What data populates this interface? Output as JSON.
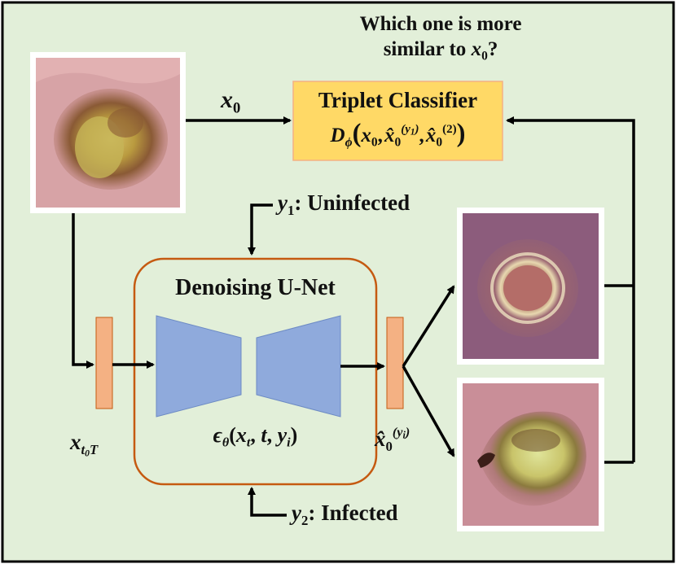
{
  "question": {
    "line1": "Which one is more",
    "line2_prefix": "similar to",
    "line2_symbol": "x",
    "line2_sub": "0",
    "line2_suffix": "?"
  },
  "x0_label": {
    "symbol": "x",
    "sub": "0"
  },
  "classifier": {
    "title": "Triplet Classifier",
    "formula": {
      "fn": "D",
      "fn_sub": "ϕ",
      "arg1": "x",
      "arg1_sub": "0",
      "arg2": "x̂",
      "arg2_sub": "0",
      "arg2_sup": "(y",
      "arg2_sup_sub": "1",
      "arg2_sup_close": ")",
      "arg3": "x̂",
      "arg3_sub": "0",
      "arg3_sup": "(2)"
    }
  },
  "condition_top": {
    "symbol": "y",
    "sub": "1",
    "text": ": Uninfected"
  },
  "condition_bottom": {
    "symbol": "y",
    "sub": "2",
    "text": ": Infected"
  },
  "unet": {
    "title": "Denoising U-Net",
    "formula": {
      "eps": "ϵ",
      "eps_sub": "θ",
      "args_open": "(",
      "x": "x",
      "x_sub": "t",
      "t": "t",
      "y": "y",
      "y_sub": "i",
      "args_close": ")"
    }
  },
  "input_noise_label": {
    "symbol": "x",
    "sub": "t",
    "sub_sub": "0",
    "sub_tail": "T"
  },
  "output_label": {
    "symbol": "x̂",
    "sub": "0",
    "sup": "(y",
    "sup_sub": "i",
    "sup_close": ")"
  },
  "colors": {
    "background": "#e2efd9",
    "classifier_fill": "#ffd966",
    "classifier_border": "#f4b183",
    "unet_border": "#c55a11",
    "unet_block": "#8faadc",
    "noise_block": "#f4b183",
    "arrow": "#000000"
  },
  "icons": {
    "input_image": "wound-photo-original",
    "output_image_top": "wound-photo-uninfected",
    "output_image_bottom": "wound-photo-infected"
  }
}
